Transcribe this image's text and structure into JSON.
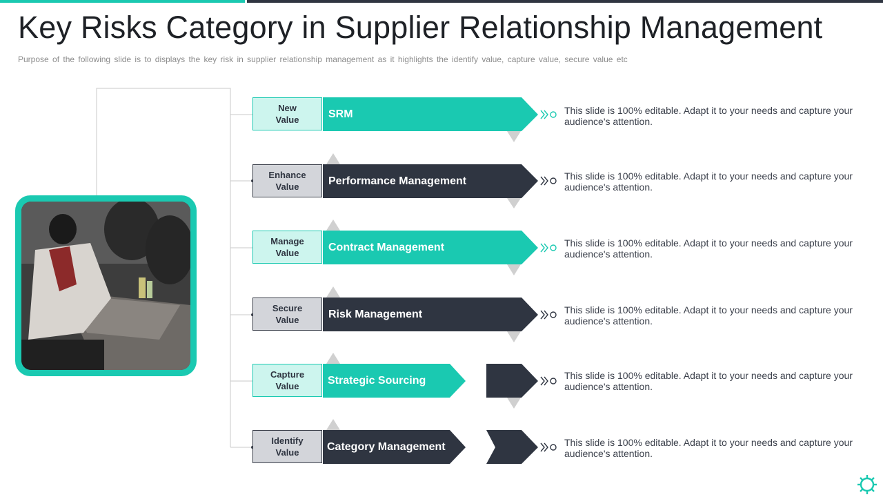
{
  "header": {
    "title": "Key Risks Category in Supplier Relationship Management",
    "subtitle": "Purpose of the following slide is to displays the key risk in supplier relationship management as it highlights the identify value, capture value, secure value etc"
  },
  "colors": {
    "teal": "#1ac9b1",
    "dark": "#2f3541",
    "teal_light": "#cdf5ee",
    "gray_light": "#d3d5da"
  },
  "rows": [
    {
      "label": "New Value",
      "name": "SRM",
      "theme": "teal",
      "description": "This slide is 100% editable. Adapt it to your needs and capture your audience's attention."
    },
    {
      "label": "Enhance Value",
      "name": "Performance Management",
      "theme": "dark",
      "description": "This slide is 100% editable. Adapt it to your needs and capture your audience's attention."
    },
    {
      "label": "Manage Value",
      "name": "Contract Management",
      "theme": "teal",
      "description": "This slide is 100% editable. Adapt it to your needs and capture your audience's attention."
    },
    {
      "label": "Secure Value",
      "name": "Risk Management",
      "theme": "dark",
      "description": "This slide is 100% editable. Adapt it to your needs and capture your audience's attention."
    },
    {
      "label": "Capture Value",
      "name": "Strategic Sourcing",
      "theme": "teal",
      "description": "This slide is 100% editable. Adapt it to your needs and capture your audience's attention."
    },
    {
      "label": "Identify Value",
      "name": "Category Management",
      "theme": "dark",
      "description": "This slide is 100% editable. Adapt it to your needs and capture your audience's attention."
    }
  ],
  "icons": {
    "settings": "gear-icon",
    "row_marker": "chevron-circle-icon",
    "photo": "team-meeting-photo"
  }
}
